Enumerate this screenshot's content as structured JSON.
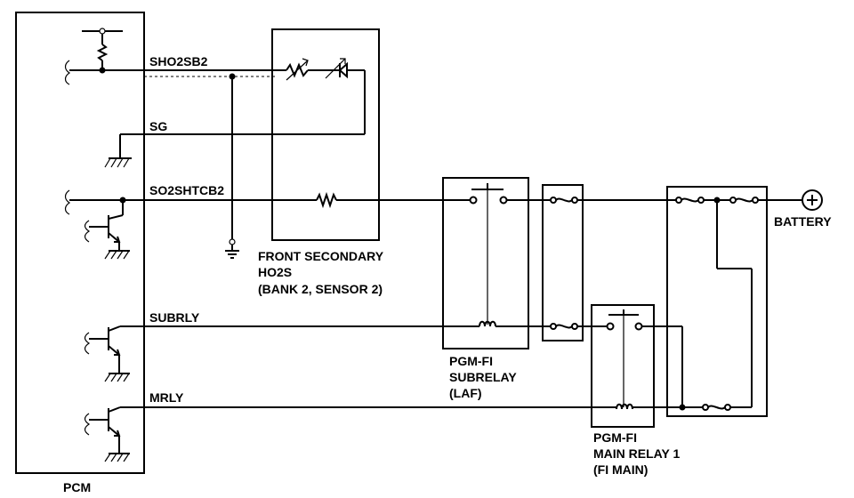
{
  "pcm": {
    "label": "PCM"
  },
  "wires": {
    "sho2sb2": "SHO2SB2",
    "sg": "SG",
    "so2shtcb2": "SO2SHTCB2",
    "subrly": "SUBRLY",
    "mrly": "MRLY"
  },
  "sensor": {
    "line1": "FRONT SECONDARY",
    "line2": "HO2S",
    "line3": "(BANK 2, SENSOR 2)"
  },
  "subrelay": {
    "line1": "PGM-FI",
    "line2": "SUBRELAY",
    "line3": "(LAF)"
  },
  "mainrelay": {
    "line1": "PGM-FI",
    "line2": "MAIN RELAY 1",
    "line3": "(FI MAIN)"
  },
  "battery": {
    "label": "BATTERY",
    "symbol": "+"
  }
}
